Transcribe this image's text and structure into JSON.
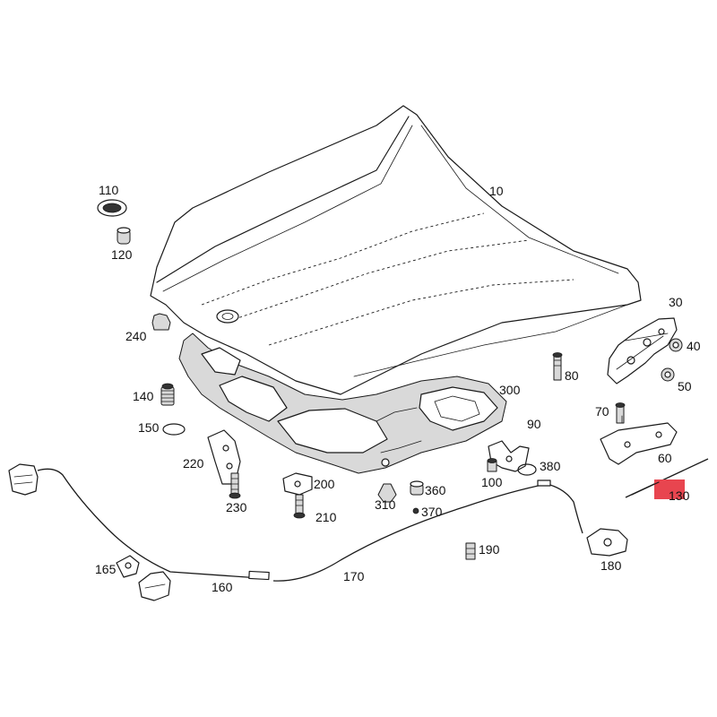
{
  "diagram": {
    "labels": [
      "10",
      "110",
      "120",
      "240",
      "140",
      "150",
      "220",
      "230",
      "200",
      "210",
      "300",
      "310",
      "360",
      "370",
      "90",
      "100",
      "380",
      "30",
      "40",
      "50",
      "80",
      "70",
      "60",
      "130",
      "190",
      "180",
      "165",
      "160",
      "170"
    ]
  },
  "colors": {
    "line": "#1a1a1a",
    "highlight": "#e8454f",
    "background": "#ffffff"
  }
}
